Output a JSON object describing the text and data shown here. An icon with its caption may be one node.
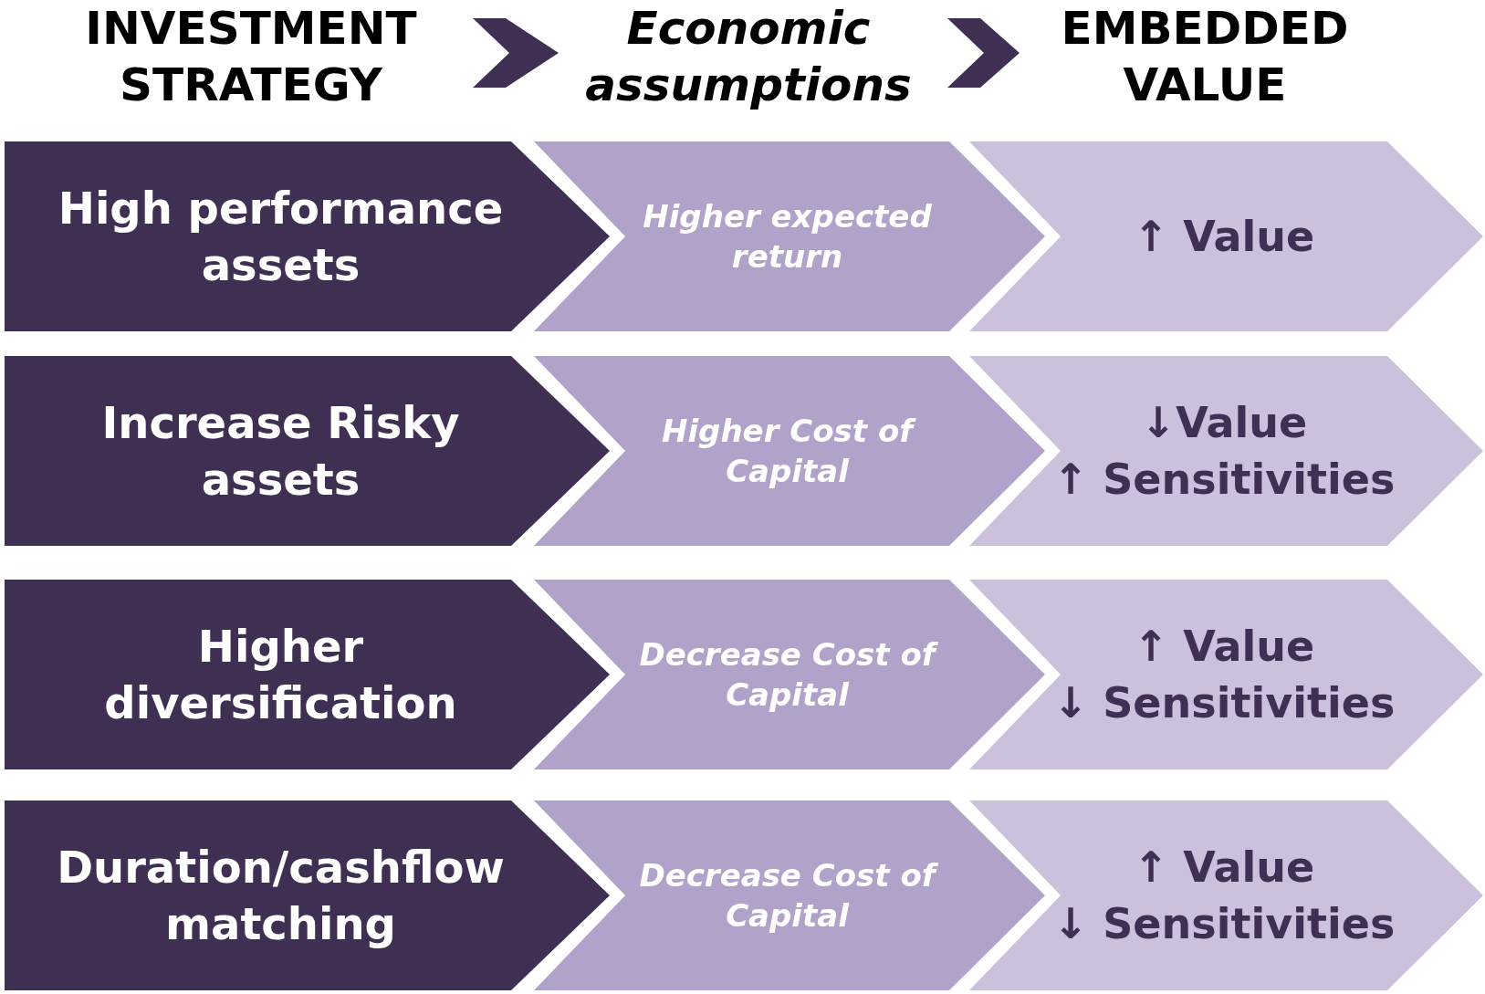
{
  "diagram": {
    "nodes": [
      {
        "text": [
          "INVESTMENT STRATEGY"
        ]
      },
      {
        "text": [
          "Economic assumptions"
        ]
      },
      {
        "text": [
          "EMBEDDED VALUE"
        ]
      },
      {
        "text": [
          "High performance assets"
        ]
      },
      {
        "text": [
          "Higher expected return"
        ]
      },
      {
        "text": [
          "↑ Value"
        ]
      },
      {
        "text": [
          "Increase Risky assets"
        ]
      },
      {
        "text": [
          "Higher Cost of Capital"
        ]
      },
      {
        "text": [
          "↓Value",
          "↑ Sensitivities"
        ]
      },
      {
        "text": [
          "Higher diversification"
        ]
      },
      {
        "text": [
          "Decrease Cost of Capital"
        ]
      },
      {
        "text": [
          "↑ Value",
          "↓ Sensitivities"
        ]
      },
      {
        "text": [
          "Duration/cashflow matching"
        ]
      },
      {
        "text": [
          "Decrease Cost of Capital"
        ]
      },
      {
        "text": [
          "↑ Value",
          "↓ Sensitivities"
        ]
      }
    ],
    "edges": [
      {
        "from": 0,
        "to": 1,
        "arrow": "to"
      },
      {
        "from": 1,
        "to": 2,
        "arrow": "to"
      }
    ]
  }
}
